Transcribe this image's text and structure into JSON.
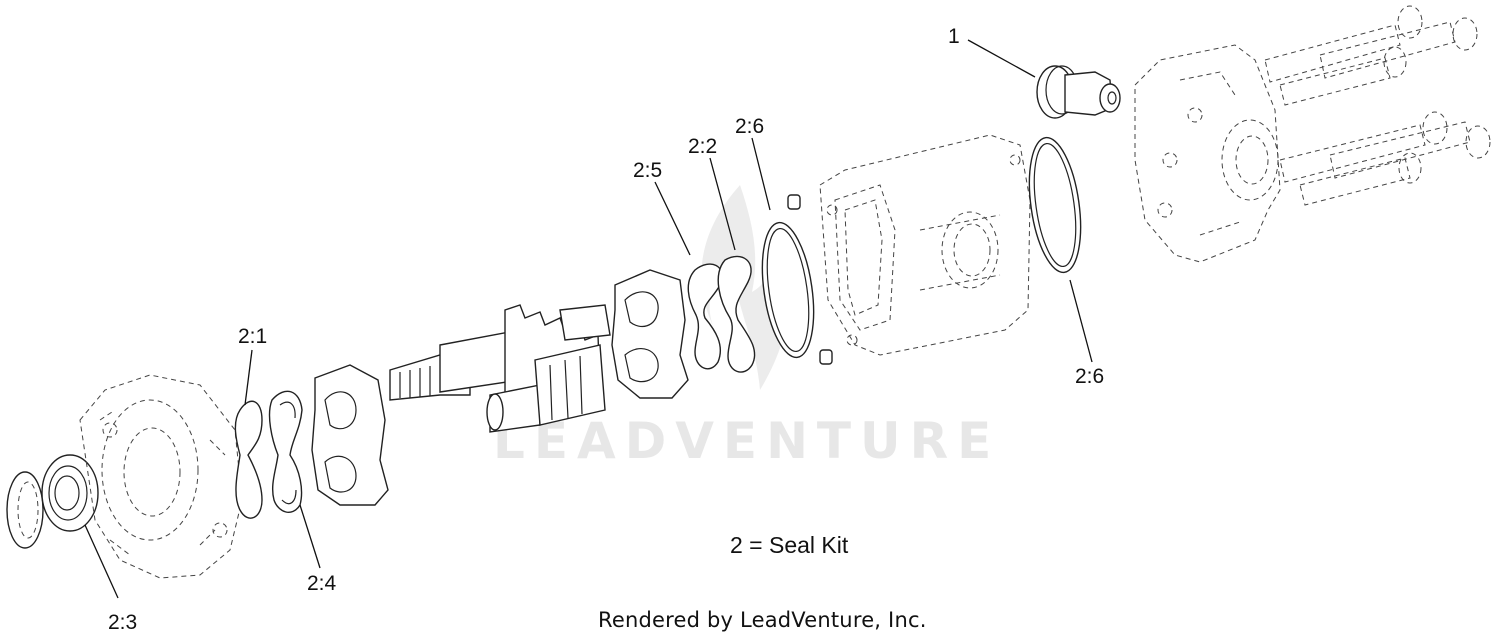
{
  "diagram": {
    "callouts": {
      "c1": "1",
      "c2_1": "2:1",
      "c2_2": "2:2",
      "c2_3": "2:3",
      "c2_4": "2:4",
      "c2_5": "2:5",
      "c2_6_top": "2:6",
      "c2_6_right": "2:6"
    },
    "legend": "2 = Seal Kit",
    "credit": "Rendered by LeadVenture, Inc.",
    "watermark": "LEADVENTURE"
  },
  "colors": {
    "line": "#222222",
    "watermark": "#e7e7e7",
    "background": "#ffffff"
  }
}
